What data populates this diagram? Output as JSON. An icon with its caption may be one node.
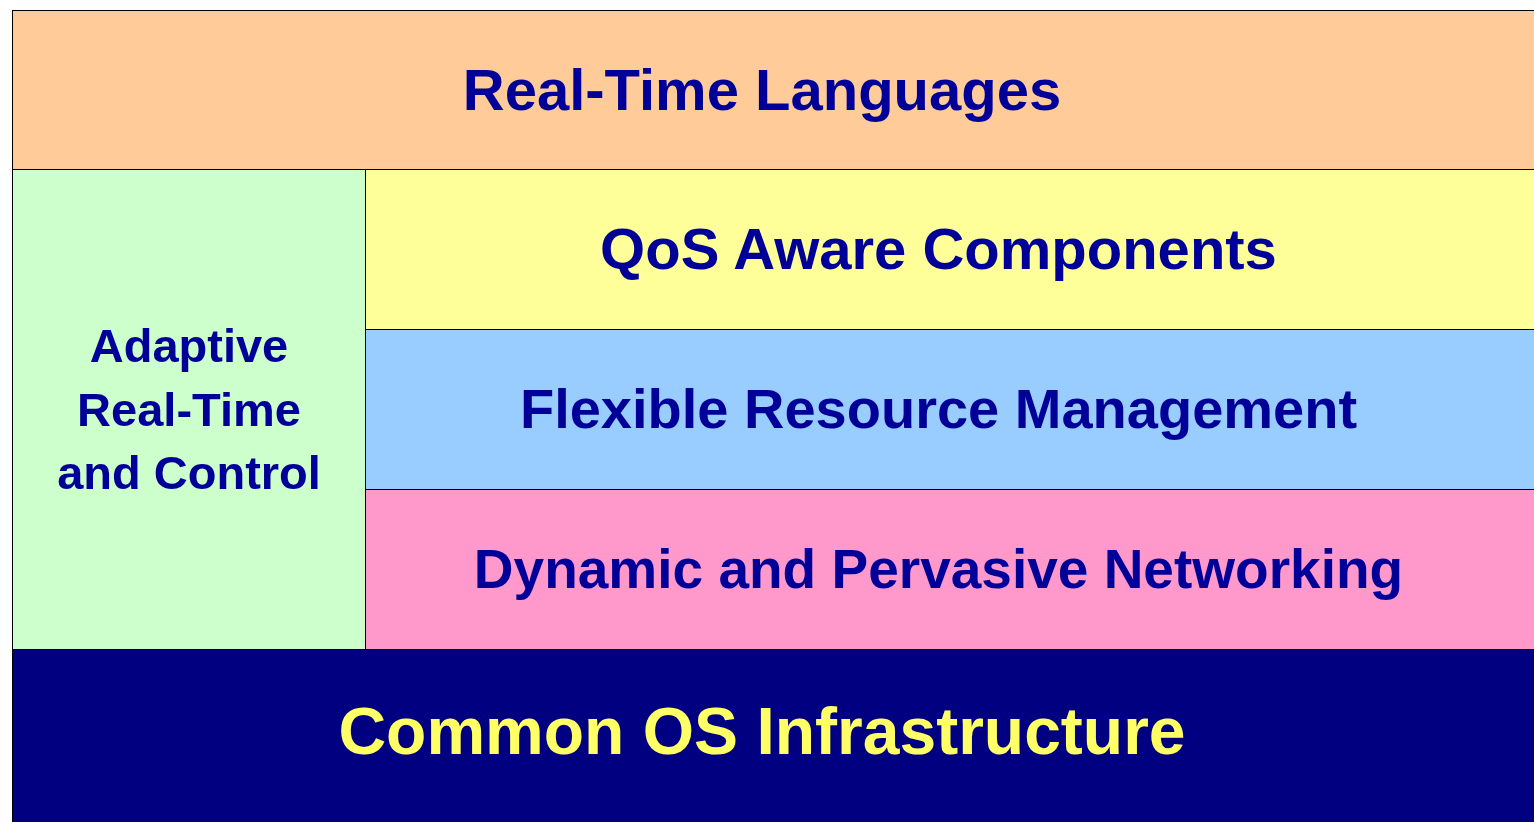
{
  "diagram": {
    "nodes": [
      {
        "text": [
          "Real-Time Languages"
        ]
      },
      {
        "text": [
          "Adaptive Real-Time and Control"
        ]
      },
      {
        "text": [
          "QoS Aware Components"
        ]
      },
      {
        "text": [
          "Flexible Resource Management"
        ]
      },
      {
        "text": [
          "Dynamic and Pervasive Networking"
        ]
      },
      {
        "text": [
          "Common OS Infrastructure"
        ]
      }
    ]
  }
}
